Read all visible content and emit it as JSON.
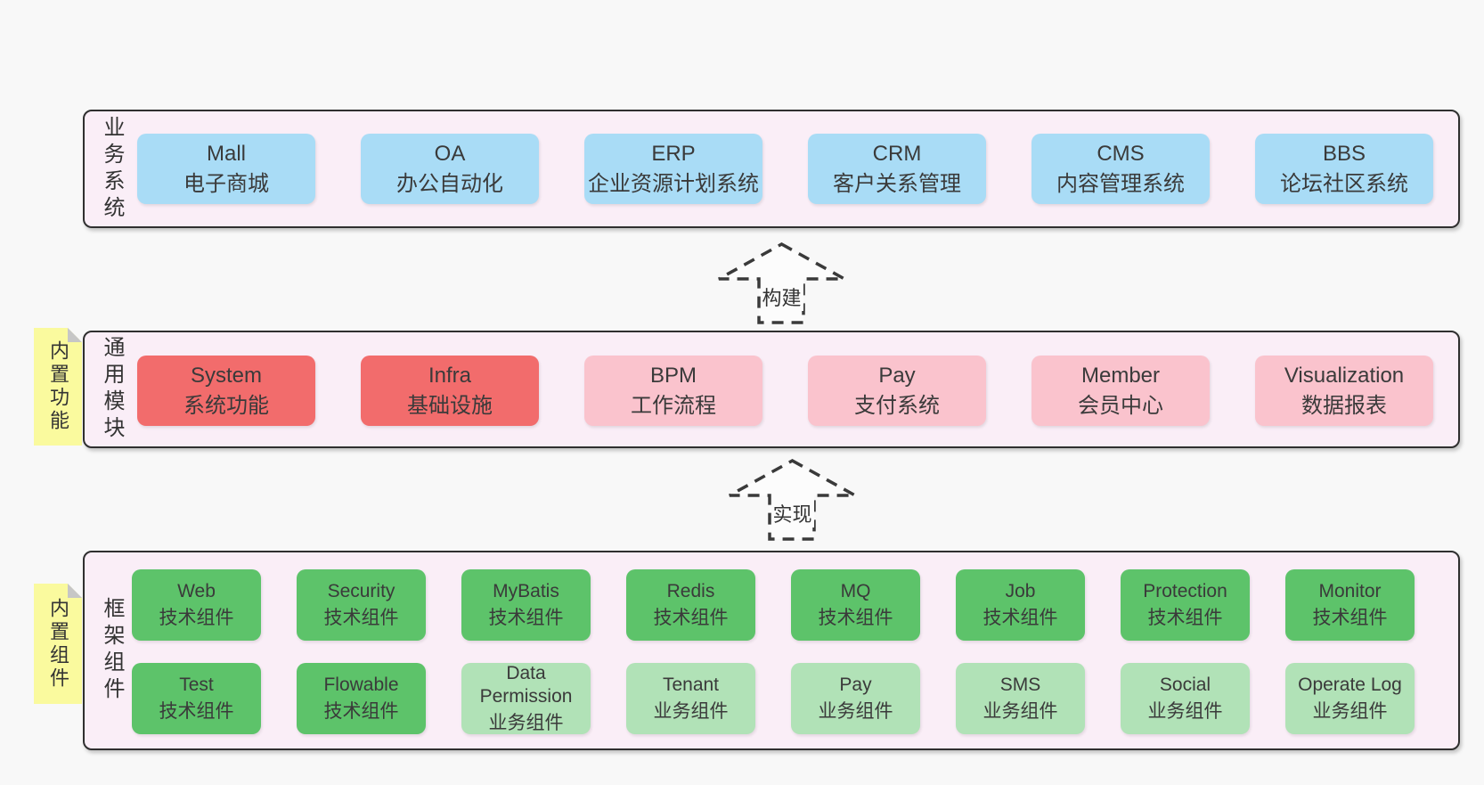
{
  "palette": {
    "background": "#f8f8f8",
    "container_fill": "#faeef7",
    "container_border": "#2f2f2f",
    "blue": "#a9dcf6",
    "red": "#f26c6c",
    "pink": "#fac3cd",
    "green": "#5dc36a",
    "light_green": "#b1e2b7",
    "note_yellow": "#fafa9e",
    "note_fold_gray": "#c6c6c6",
    "text": "#3a3a3a"
  },
  "arrows": {
    "build": {
      "label": "构建"
    },
    "implement": {
      "label": "实现"
    }
  },
  "layers": {
    "business": {
      "label": "业务系统",
      "boxes": [
        {
          "title": "Mall",
          "subtitle": "电子商城",
          "color": "#a9dcf6"
        },
        {
          "title": "OA",
          "subtitle": "办公自动化",
          "color": "#a9dcf6"
        },
        {
          "title": "ERP",
          "subtitle": "企业资源计划系统",
          "color": "#a9dcf6"
        },
        {
          "title": "CRM",
          "subtitle": "客户关系管理",
          "color": "#a9dcf6"
        },
        {
          "title": "CMS",
          "subtitle": "内容管理系统",
          "color": "#a9dcf6"
        },
        {
          "title": "BBS",
          "subtitle": "论坛社区系统",
          "color": "#a9dcf6"
        }
      ]
    },
    "modules": {
      "label": "通用模块",
      "note": "内置功能",
      "boxes": [
        {
          "title": "System",
          "subtitle": "系统功能",
          "color": "#f26c6c"
        },
        {
          "title": "Infra",
          "subtitle": "基础设施",
          "color": "#f26c6c"
        },
        {
          "title": "BPM",
          "subtitle": "工作流程",
          "color": "#fac3cd"
        },
        {
          "title": "Pay",
          "subtitle": "支付系统",
          "color": "#fac3cd"
        },
        {
          "title": "Member",
          "subtitle": "会员中心",
          "color": "#fac3cd"
        },
        {
          "title": "Visualization",
          "subtitle": "数据报表",
          "color": "#fac3cd"
        }
      ]
    },
    "components": {
      "label": "框架组件",
      "note": "内置组件",
      "row1": [
        {
          "title": "Web",
          "subtitle": "技术组件",
          "color": "#5dc36a"
        },
        {
          "title": "Security",
          "subtitle": "技术组件",
          "color": "#5dc36a"
        },
        {
          "title": "MyBatis",
          "subtitle": "技术组件",
          "color": "#5dc36a"
        },
        {
          "title": "Redis",
          "subtitle": "技术组件",
          "color": "#5dc36a"
        },
        {
          "title": "MQ",
          "subtitle": "技术组件",
          "color": "#5dc36a"
        },
        {
          "title": "Job",
          "subtitle": "技术组件",
          "color": "#5dc36a"
        },
        {
          "title": "Protection",
          "subtitle": "技术组件",
          "color": "#5dc36a"
        },
        {
          "title": "Monitor",
          "subtitle": "技术组件",
          "color": "#5dc36a"
        }
      ],
      "row2": [
        {
          "title": "Test",
          "subtitle": "技术组件",
          "color": "#5dc36a"
        },
        {
          "title": "Flowable",
          "subtitle": "技术组件",
          "color": "#5dc36a"
        },
        {
          "title": "Data Permission",
          "subtitle": "业务组件",
          "color": "#b1e2b7"
        },
        {
          "title": "Tenant",
          "subtitle": "业务组件",
          "color": "#b1e2b7"
        },
        {
          "title": "Pay",
          "subtitle": "业务组件",
          "color": "#b1e2b7"
        },
        {
          "title": "SMS",
          "subtitle": "业务组件",
          "color": "#b1e2b7"
        },
        {
          "title": "Social",
          "subtitle": "业务组件",
          "color": "#b1e2b7"
        },
        {
          "title": "Operate Log",
          "subtitle": "业务组件",
          "color": "#b1e2b7"
        }
      ]
    }
  }
}
